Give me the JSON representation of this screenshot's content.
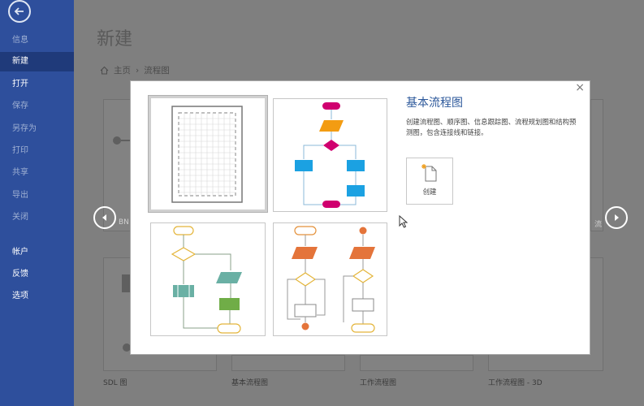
{
  "sidebar": {
    "items": [
      {
        "label": "信息"
      },
      {
        "label": "新建"
      },
      {
        "label": "打开"
      },
      {
        "label": "保存"
      },
      {
        "label": "另存为"
      },
      {
        "label": "打印"
      },
      {
        "label": "共享"
      },
      {
        "label": "导出"
      },
      {
        "label": "关闭"
      },
      {
        "label": "帐户"
      },
      {
        "label": "反馈"
      },
      {
        "label": "选项"
      }
    ]
  },
  "page": {
    "title": "新建",
    "breadcrumb": {
      "home": "主页",
      "current": "流程图"
    },
    "cards": [
      {
        "label": "SDL 图"
      },
      {
        "label": "基本流程图"
      },
      {
        "label": "工作流程图"
      },
      {
        "label": "工作流程图 - 3D"
      }
    ],
    "partial_labels": {
      "left_mid": "BN",
      "right_mid": "流"
    }
  },
  "dialog": {
    "template_title": "基本流程图",
    "template_description": "创建流程图、顺序图、信息跟踪图、流程规划图和结构预测图，包含连接线和链接。",
    "create_label": "创建",
    "close_symbol": "×"
  },
  "colors": {
    "sidebar_bg": "#2e4f9c",
    "accent": "#2b579a",
    "flow_pink": "#d0006f",
    "flow_orange": "#f39c12",
    "flow_blue": "#1ba1e2",
    "flow_green": "#70ad47",
    "flow_teal": "#6ab0a4",
    "flow_yellow": "#e4b53a"
  },
  "icons": [
    "back-arrow-icon",
    "home-icon",
    "close-icon",
    "prev-arrow-icon",
    "next-arrow-icon",
    "new-document-icon",
    "mouse-pointer-icon"
  ]
}
